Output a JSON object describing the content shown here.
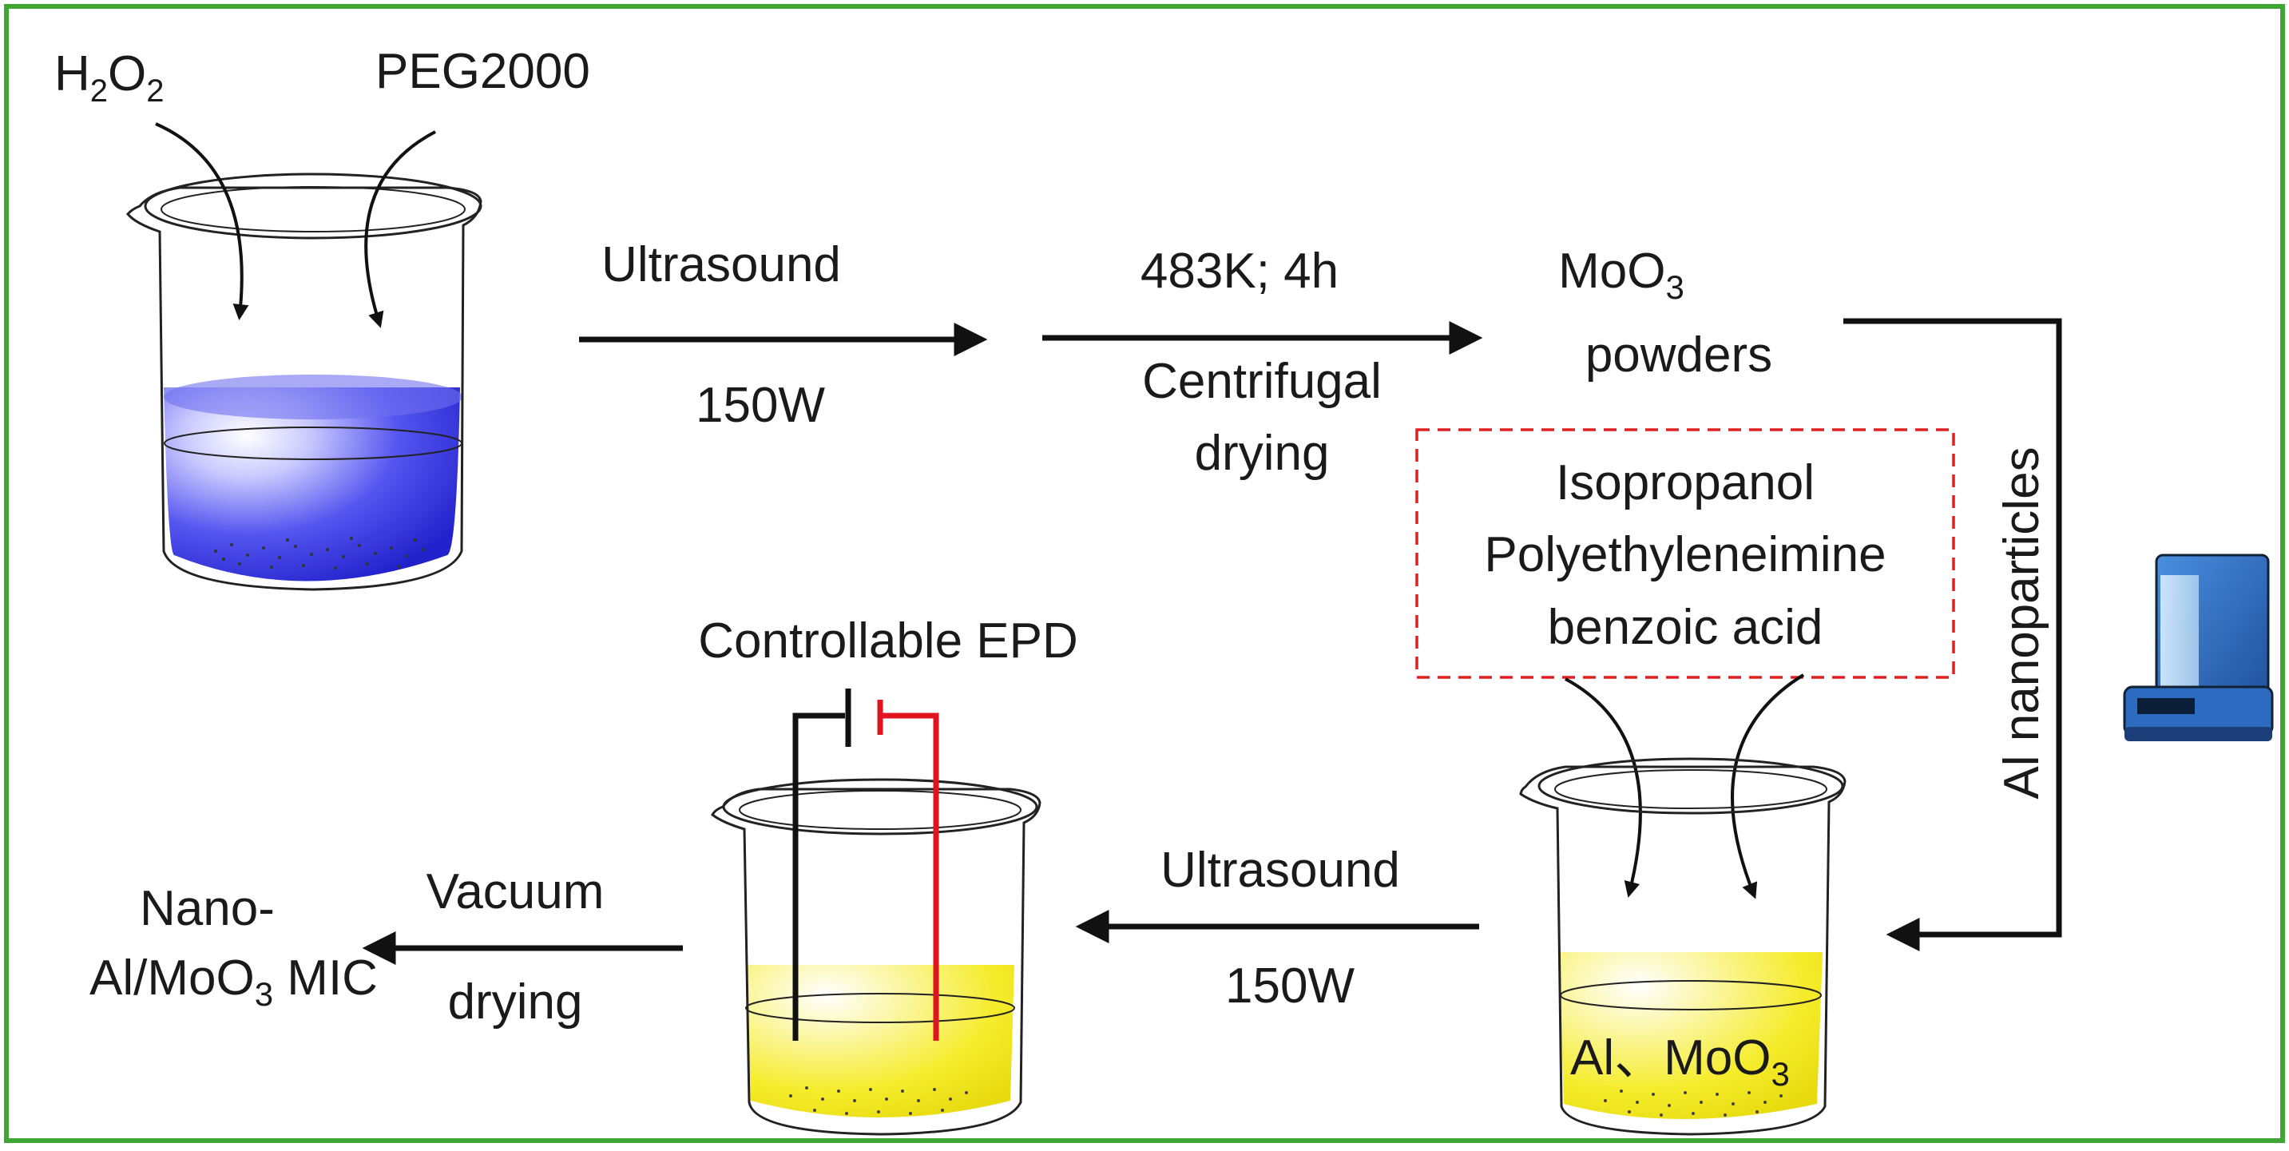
{
  "labels": {
    "h2o2": {
      "main": "H",
      "sub1": "2",
      "mid": "O",
      "sub2": "2"
    },
    "peg": "PEG2000",
    "ultrasound_top": "Ultrasound",
    "power_top": "150W",
    "temp_time": "483K; 4h",
    "centrifugal": "Centrifugal",
    "drying_top": "drying",
    "moo3_main": "MoO",
    "moo3_sub": "3",
    "powders": "powders",
    "al_nano": "Al nanoparticles",
    "box_line1": "Isopropanol",
    "box_line2": "Polyethyleneimine",
    "box_line3": "benzoic acid",
    "epd": "Controllable EPD",
    "ultrasound_bottom": "Ultrasound",
    "power_bottom": "150W",
    "vacuum": "Vacuum",
    "drying_bottom": "drying",
    "nano": "Nano-",
    "product_main": "Al/MoO",
    "product_sub": "3",
    "product_tail": " MIC",
    "mix_main": "Al、MoO",
    "mix_sub": "3"
  },
  "colors": {
    "frame": "#3fa535",
    "blue_liquid": "#2d2de6",
    "yellow_liquid": "#f4ea1e",
    "dashed_box": "#e02020",
    "red_electrode": "#e0141e",
    "black": "#111111",
    "balance_blue": "#2f6fc4"
  },
  "icons": {
    "beaker": "beaker-icon",
    "balance": "analytical-balance-icon",
    "battery": "battery-symbol-icon"
  }
}
